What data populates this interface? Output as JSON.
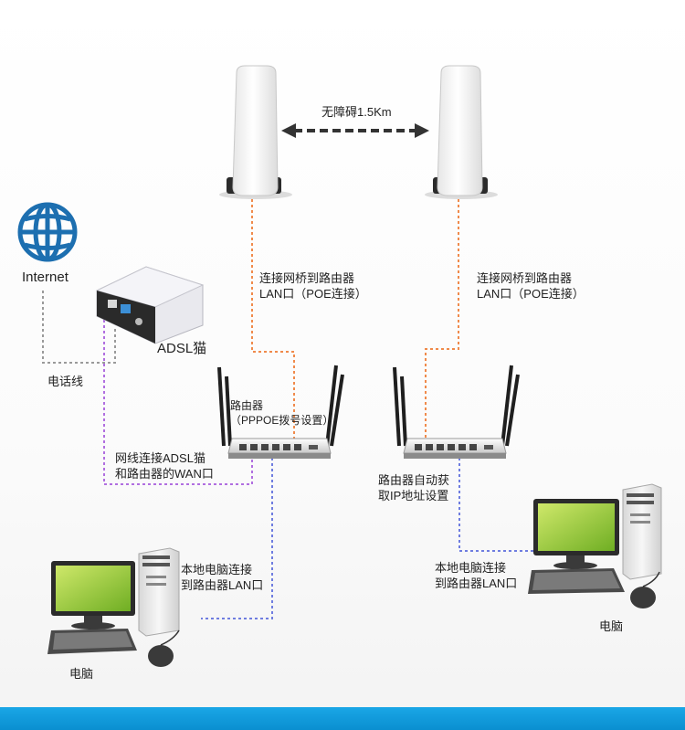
{
  "labels": {
    "wireless_link": "无障碍1.5Km",
    "bridge_left_line1": "连接网桥到路由器",
    "bridge_left_line2": "LAN口（POE连接）",
    "bridge_right_line1": "连接网桥到路由器",
    "bridge_right_line2": "LAN口（POE连接）",
    "internet": "Internet",
    "modem": "ADSL猫",
    "phone_line": "电话线",
    "router_left_line1": "路由器",
    "router_left_line2": "（PPPOE拨号设置）",
    "cable_line1": "网线连接ADSL猫",
    "cable_line2": "和路由器的WAN口",
    "router_right_line1": "路由器自动获",
    "router_right_line2": "取IP地址设置",
    "pc_left_conn_line1": "本地电脑连接",
    "pc_left_conn_line2": "到路由器LAN口",
    "pc_right_conn_line1": "本地电脑连接",
    "pc_right_conn_line2": "到路由器LAN口",
    "pc_left": "电脑",
    "pc_right": "电脑"
  },
  "colors": {
    "orange_link": "#f08a4b",
    "purple_link": "#b06ee0",
    "blue_link": "#6f7de0",
    "gray_link": "#9a9a9a",
    "wireless_arrow": "#333333",
    "internet_globe": "#1d6fb0",
    "accent_bar": "#0a8fd0"
  }
}
